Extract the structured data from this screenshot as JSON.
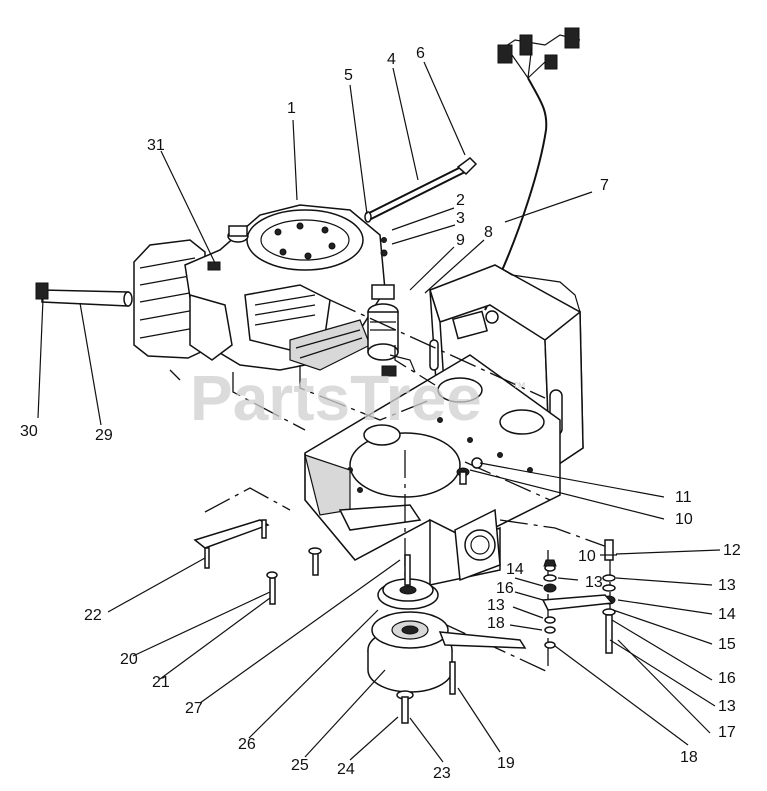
{
  "watermark": {
    "text": "PartsTree",
    "trademark": "™"
  },
  "callouts": [
    {
      "id": "1",
      "label": "1"
    },
    {
      "id": "2",
      "label": "2"
    },
    {
      "id": "3",
      "label": "3"
    },
    {
      "id": "4",
      "label": "4"
    },
    {
      "id": "5",
      "label": "5"
    },
    {
      "id": "6",
      "label": "6"
    },
    {
      "id": "7",
      "label": "7"
    },
    {
      "id": "8",
      "label": "8"
    },
    {
      "id": "9",
      "label": "9"
    },
    {
      "id": "10a",
      "label": "10"
    },
    {
      "id": "10b",
      "label": "10"
    },
    {
      "id": "11",
      "label": "11"
    },
    {
      "id": "12",
      "label": "12"
    },
    {
      "id": "13a",
      "label": "13"
    },
    {
      "id": "13b",
      "label": "13"
    },
    {
      "id": "13c",
      "label": "13"
    },
    {
      "id": "13d",
      "label": "13"
    },
    {
      "id": "14a",
      "label": "14"
    },
    {
      "id": "14b",
      "label": "14"
    },
    {
      "id": "15",
      "label": "15"
    },
    {
      "id": "16a",
      "label": "16"
    },
    {
      "id": "16b",
      "label": "16"
    },
    {
      "id": "17",
      "label": "17"
    },
    {
      "id": "18a",
      "label": "18"
    },
    {
      "id": "18b",
      "label": "18"
    },
    {
      "id": "19",
      "label": "19"
    },
    {
      "id": "20",
      "label": "20"
    },
    {
      "id": "21",
      "label": "21"
    },
    {
      "id": "22",
      "label": "22"
    },
    {
      "id": "23",
      "label": "23"
    },
    {
      "id": "24",
      "label": "24"
    },
    {
      "id": "25",
      "label": "25"
    },
    {
      "id": "26",
      "label": "26"
    },
    {
      "id": "27",
      "label": "27"
    },
    {
      "id": "29",
      "label": "29"
    },
    {
      "id": "30",
      "label": "30"
    },
    {
      "id": "31",
      "label": "31"
    }
  ]
}
